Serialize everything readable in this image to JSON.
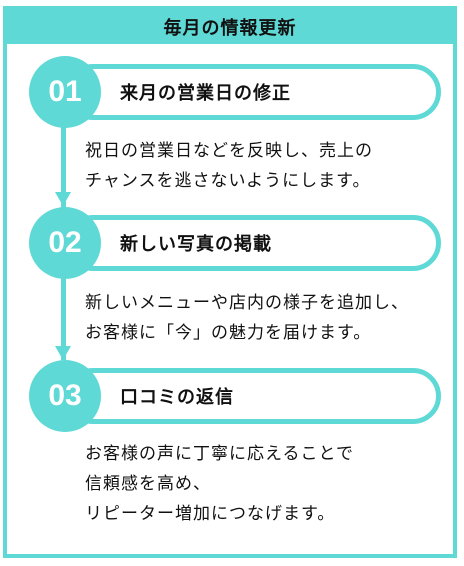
{
  "header": {
    "title": "毎月の情報更新"
  },
  "steps": [
    {
      "number": "01",
      "title": "来月の営業日の修正",
      "lines": [
        "祝日の営業日などを反映し、売上の",
        "チャンスを逃さないようにします。"
      ]
    },
    {
      "number": "02",
      "title": "新しい写真の掲載",
      "lines": [
        "新しいメニューや店内の様子を追加し、",
        "お客様に「今」の魅力を届けます。"
      ]
    },
    {
      "number": "03",
      "title": "口コミの返信",
      "lines": [
        "お客様の声に丁寧に応えることで",
        "信頼感を高め、",
        "リピーター増加につなげます。"
      ]
    }
  ],
  "colors": {
    "accent": "#5ed9d6",
    "text": "#111111",
    "background": "#ffffff"
  }
}
